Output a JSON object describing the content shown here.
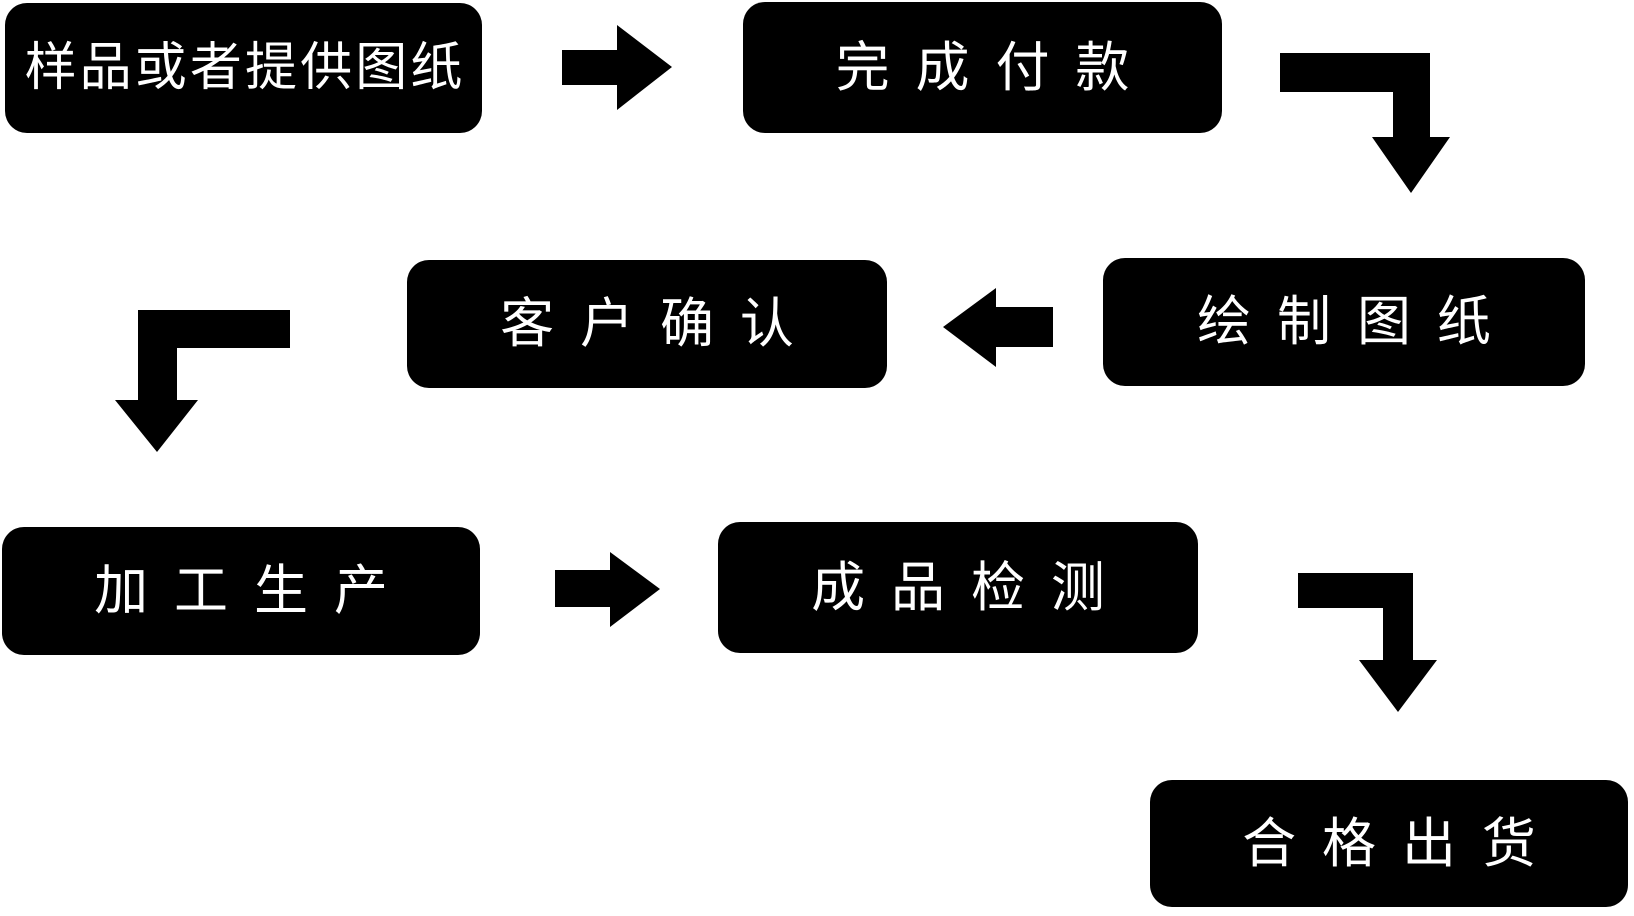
{
  "colors": {
    "background": "#ffffff",
    "node_bg": "#000000",
    "node_text": "#ffffff",
    "arrow": "#000000"
  },
  "flowchart": {
    "nodes": [
      {
        "id": "sample",
        "label": "样品或者提供图纸"
      },
      {
        "id": "payment",
        "label": "完成付款"
      },
      {
        "id": "draw",
        "label": "绘制图纸"
      },
      {
        "id": "confirm",
        "label": "客户确认"
      },
      {
        "id": "produce",
        "label": "加工生产"
      },
      {
        "id": "inspect",
        "label": "成品检测"
      },
      {
        "id": "ship",
        "label": "合格出货"
      }
    ],
    "edges": [
      {
        "from": "sample",
        "to": "payment",
        "type": "arrow-right"
      },
      {
        "from": "payment",
        "to": "draw",
        "type": "elbow-right-down"
      },
      {
        "from": "draw",
        "to": "confirm",
        "type": "arrow-left"
      },
      {
        "from": "confirm",
        "to": "produce",
        "type": "elbow-left-down"
      },
      {
        "from": "produce",
        "to": "inspect",
        "type": "arrow-right"
      },
      {
        "from": "inspect",
        "to": "ship",
        "type": "elbow-right-down"
      }
    ]
  }
}
